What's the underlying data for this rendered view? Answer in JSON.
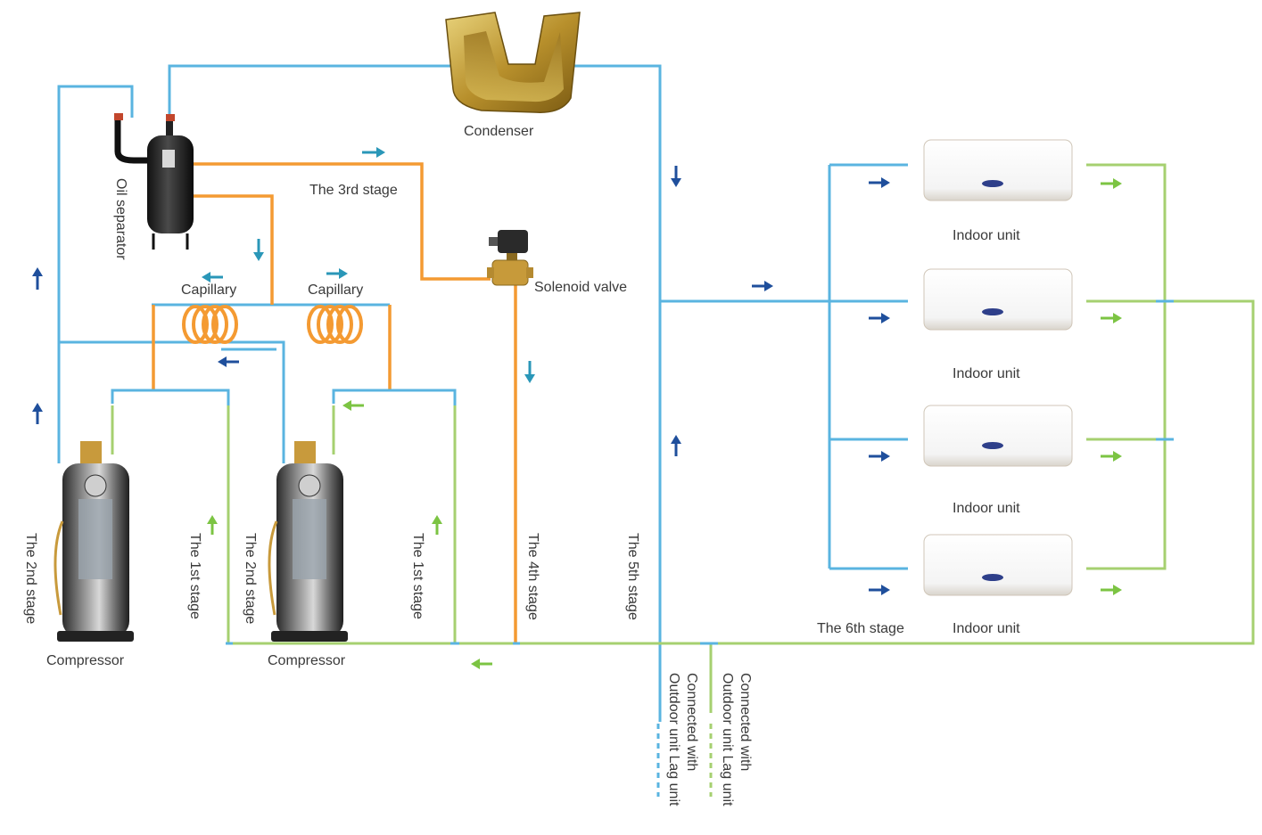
{
  "labels": {
    "condenser": "Condenser",
    "oil_separator": "Oil separator",
    "third_stage": "The 3rd stage",
    "capillary_left": "Capillary",
    "capillary_right": "Capillary",
    "solenoid_valve": "Solenoid valve",
    "compressor_left": "Compressor",
    "compressor_right": "Compressor",
    "second_stage_left": "The 2nd stage",
    "first_stage_left": "The 1st stage",
    "second_stage_right": "The 2nd stage",
    "first_stage_right": "The 1st stage",
    "fourth_stage": "The 4th stage",
    "fifth_stage": "The 5th stage",
    "sixth_stage": "The 6th stage",
    "indoor_unit_1": "Indoor unit",
    "indoor_unit_2": "Indoor unit",
    "indoor_unit_3": "Indoor unit",
    "indoor_unit_4": "Indoor unit",
    "lag_blue_line1": "Connected with",
    "lag_blue_line2": "Outdoor unit Lag unit",
    "lag_green_line1": "Connected with",
    "lag_green_line2": "Outdoor unit Lag unit"
  },
  "colors": {
    "pipe_blue": "#5ab4e0",
    "pipe_green": "#a6d070",
    "pipe_orange": "#f49a32",
    "arrow_navy": "#1f4f9c",
    "arrow_teal": "#2a97b8",
    "arrow_green": "#7cc443"
  }
}
